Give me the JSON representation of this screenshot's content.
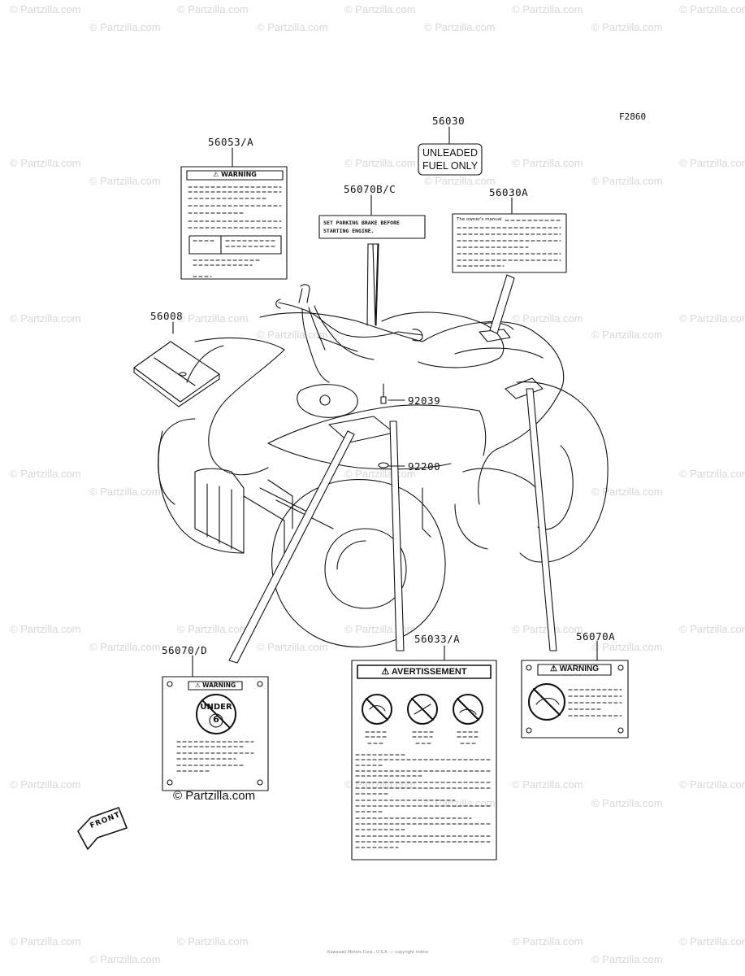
{
  "figure_code": "F2860",
  "watermark": "© Partzilla.com",
  "watermark_main": "© Partzilla.com",
  "parts": {
    "p56053": "56053/A",
    "p56030": "56030",
    "p56070bc": "56070B/C",
    "p56030a": "56030A",
    "p56008": "56008",
    "p92039": "92039",
    "p92200": "92200",
    "p56070d": "56070/D",
    "p56033": "56033/A",
    "p56070a": "56070A"
  },
  "labels": {
    "warning": "⚠ WARNING",
    "unleaded_line1": "UNLEADED",
    "unleaded_line2": "FUEL ONLY",
    "parking_line1": "SET PARKING BRAKE BEFORE",
    "parking_line2": "STARTING ENGINE.",
    "owners_manual": "The owner's manual",
    "avertissement": "⚠ AVERTISSEMENT",
    "under": "UNDER",
    "under_num": "6",
    "front": "FRONT"
  },
  "copyright": "Kawasaki Motors Corp., U.S.A. — copyright notice"
}
